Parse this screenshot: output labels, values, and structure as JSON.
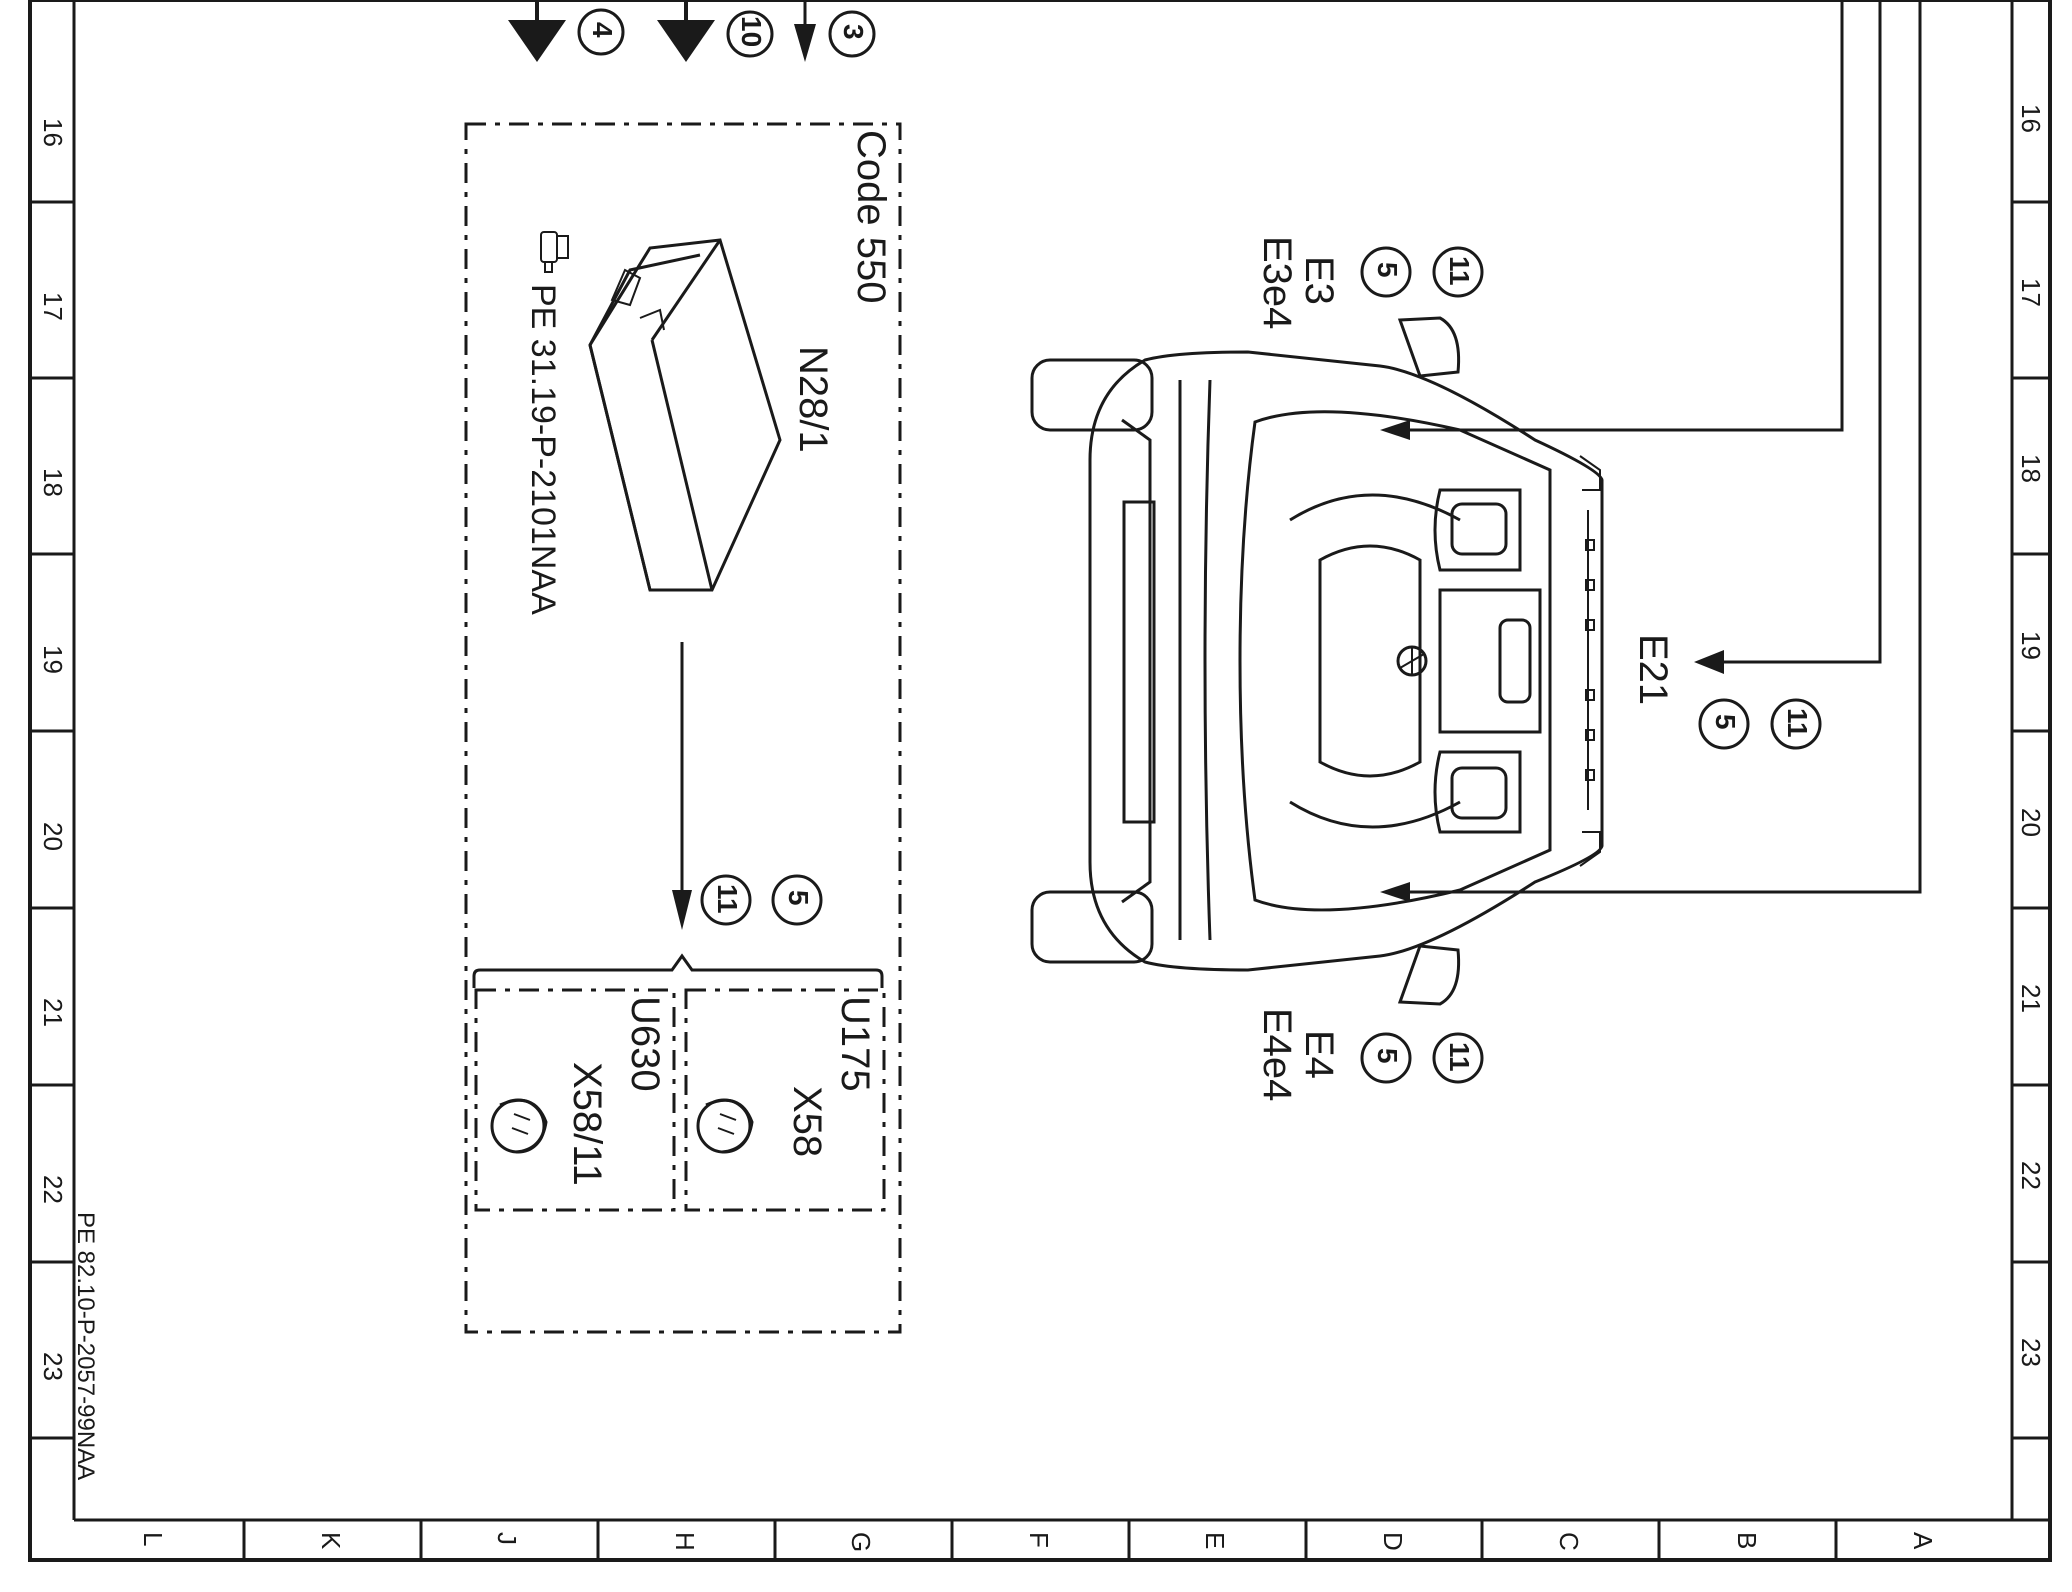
{
  "drawing_ref": "PE 82.10-P-2057-99NAA",
  "grid": {
    "row_numbers": [
      "16",
      "17",
      "18",
      "19",
      "20",
      "21",
      "22",
      "23"
    ],
    "column_letters": [
      "L",
      "K",
      "J",
      "H",
      "G",
      "F",
      "E",
      "D",
      "C",
      "B",
      "A"
    ]
  },
  "module_box": {
    "code": "Code 550",
    "component": "N28/1",
    "reference": "PE 31.19-P-2101NAA",
    "reference_icon": "pointing-hand-icon",
    "connectors": [
      {
        "unit": "U175",
        "connector": "X58"
      },
      {
        "unit": "U630",
        "connector": "X58/11"
      }
    ],
    "arrow_targets": [
      "11",
      "5"
    ]
  },
  "incoming_arrows": [
    "4",
    "10",
    "3"
  ],
  "vehicle_labels": {
    "left_light": {
      "name": "E3",
      "sub": "E3e4",
      "circles": [
        "5",
        "11"
      ]
    },
    "right_light": {
      "name": "E4",
      "sub": "E4e4",
      "circles": [
        "5",
        "11"
      ]
    },
    "center": {
      "name": "E21",
      "circles": [
        "5",
        "11"
      ]
    }
  }
}
